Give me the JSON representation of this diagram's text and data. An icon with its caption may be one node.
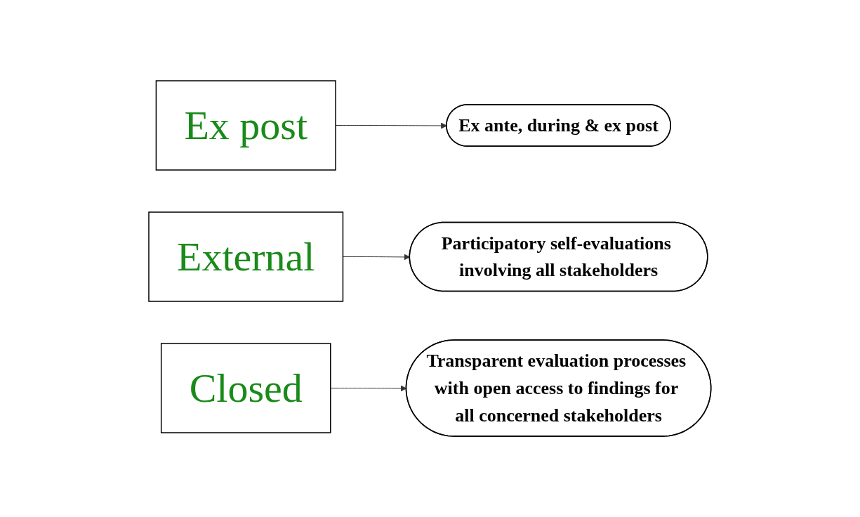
{
  "diagram": {
    "nodes": [
      {
        "text": [
          "Ex post"
        ]
      },
      {
        "text": [
          "Ex ante, during & ex post"
        ]
      },
      {
        "text": [
          "External"
        ]
      },
      {
        "text": [
          "Participatory self-evaluations involving all stakeholders"
        ]
      },
      {
        "text": [
          "Closed"
        ]
      },
      {
        "text": [
          "Transparent evaluation processes with open access to findings for all concerned stakeholders"
        ]
      }
    ],
    "edges": [
      {
        "from": 0,
        "to": 1,
        "arrow": "to"
      },
      {
        "from": 2,
        "to": 3,
        "arrow": "to"
      },
      {
        "from": 4,
        "to": 5,
        "arrow": "to"
      }
    ]
  }
}
